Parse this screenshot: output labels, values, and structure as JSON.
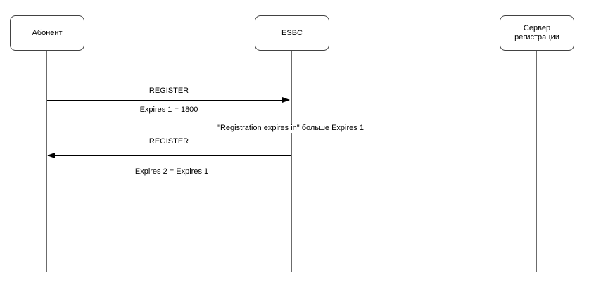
{
  "diagram": {
    "type": "sequence-diagram",
    "colors": {
      "background": "#ffffff",
      "actor_border": "#424242",
      "lifeline": "#6b6b6b",
      "arrow": "#000000",
      "text": "#000000"
    },
    "actors": [
      {
        "label": "Абонент"
      },
      {
        "label": "ESBC"
      },
      {
        "label": "Сервер регистрации"
      }
    ],
    "messages": [
      {
        "label": "REGISTER",
        "detail": "Expires 1 = 1800",
        "from": "Абонент",
        "to": "ESBC",
        "direction": "right"
      },
      {
        "label": "REGISTER",
        "detail": "Expires 2 = Expires 1",
        "from": "ESBC",
        "to": "Абонент",
        "direction": "left"
      }
    ],
    "note": "\"Registration expires in\" больше Expires 1"
  }
}
